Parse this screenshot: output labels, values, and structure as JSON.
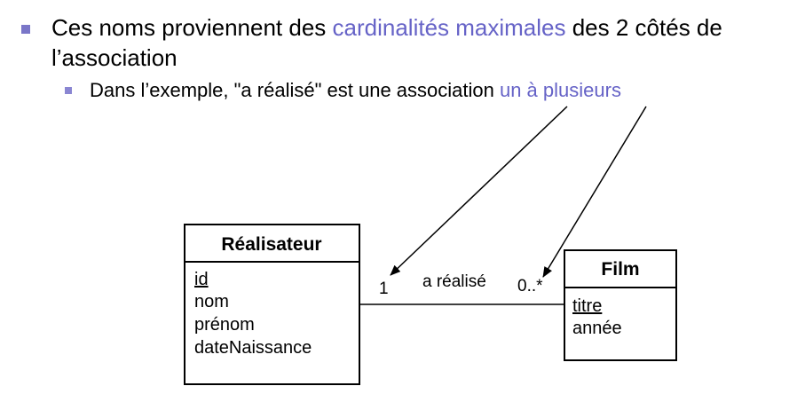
{
  "text": {
    "bullet1": {
      "prefix": "Ces noms proviennent des ",
      "highlight": "cardinalités maximales",
      "suffix": " des 2 côtés de l’association"
    },
    "bullet2": {
      "prefix": "Dans l’exemple, \"a réalisé\" est une association ",
      "highlight": "un à plusieurs"
    }
  },
  "diagram": {
    "class_left": {
      "name": "Réalisateur",
      "attributes": [
        "id",
        "nom",
        "prénom",
        "dateNaissance"
      ],
      "key_attribute": "id"
    },
    "class_right": {
      "name": "Film",
      "attributes": [
        "titre",
        "année"
      ],
      "key_attribute": "titre"
    },
    "association": {
      "label": "a réalisé",
      "left_multiplicity": "1",
      "right_multiplicity": "0..*"
    }
  },
  "colors": {
    "accent": "#6663c7",
    "bullet": "#7a76c8",
    "box_fill": "#ffffff",
    "line": "#000000"
  }
}
